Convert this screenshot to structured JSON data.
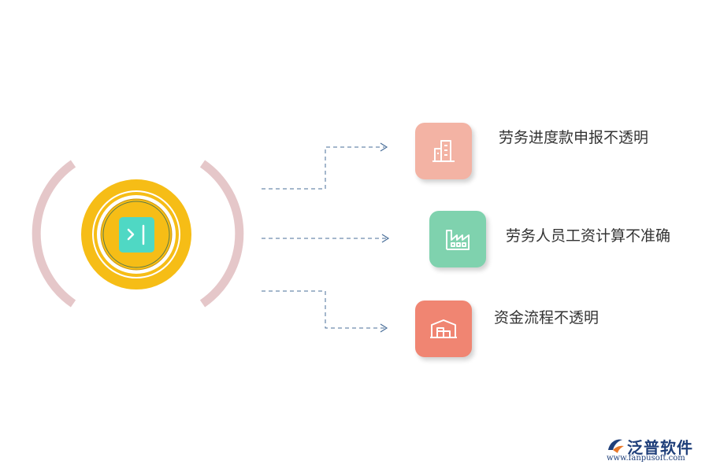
{
  "center": {
    "icon": "expand-panel-icon",
    "colors": {
      "ring": "#f6bd16",
      "icon_tile": "#4fd8c4",
      "brackets": "#e5c7c9"
    }
  },
  "items": [
    {
      "label": "劳务进度款申报不透明",
      "icon": "building-icon",
      "color": "#f3b3a4"
    },
    {
      "label": "劳务人员工资计算不准确",
      "icon": "factory-icon",
      "color": "#7fd2ae"
    },
    {
      "label": "资金流程不透明",
      "icon": "warehouse-icon",
      "color": "#f08572"
    }
  ],
  "connector_color": "#4a6f9a",
  "watermark": {
    "brand": "泛普软件",
    "url": "www.fanpusoft.com",
    "color": "#1f3f7a"
  }
}
